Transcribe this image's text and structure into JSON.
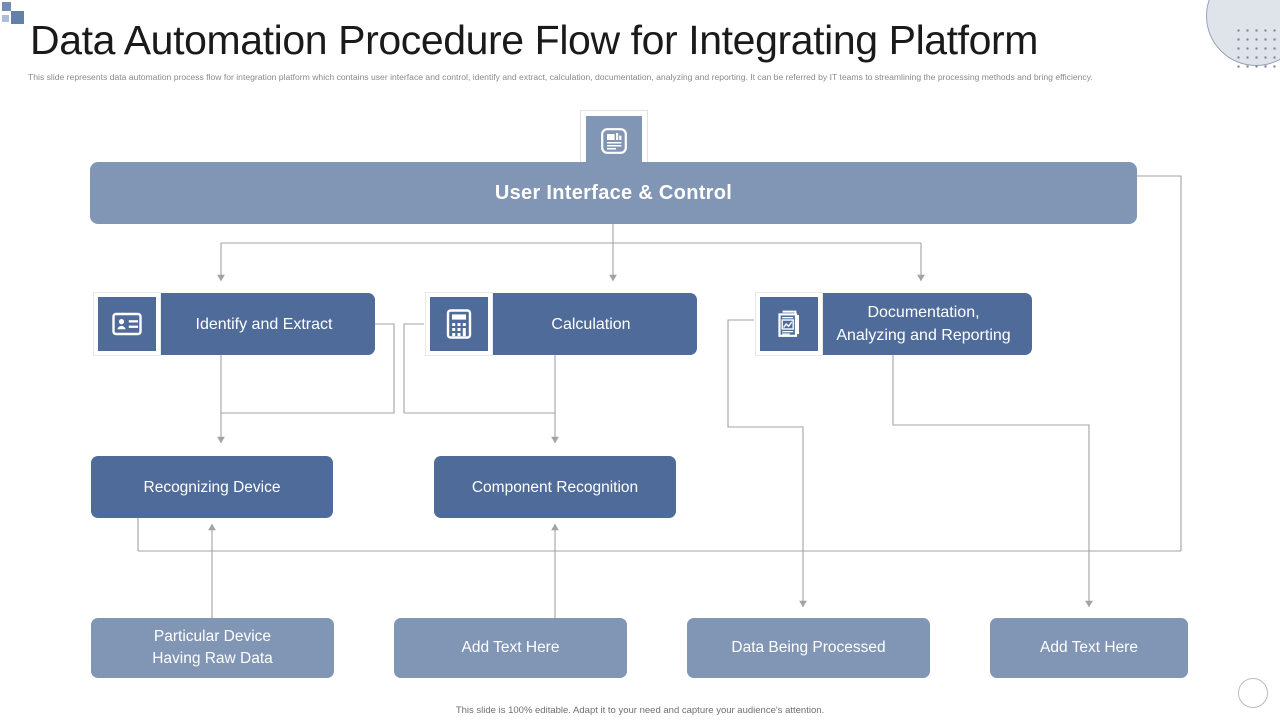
{
  "header": {
    "title": "Data Automation Procedure Flow for Integrating Platform",
    "subtitle": "This slide represents data automation  process flow for integration platform which contains user interface and control, identify and extract, calculation, documentation,  analyzing and reporting. It can be referred by IT teams to streamlining the processing methods and bring efficiency."
  },
  "footer": {
    "note": "This slide is 100% editable. Adapt it to your need and capture your audience's attention."
  },
  "colors": {
    "primary_dark": "#4f6b99",
    "primary_light": "#8195b4",
    "connector": "#9a9a9a",
    "title": "#1a1a1a",
    "subtitle": "#8a8a8a"
  },
  "diagram": {
    "top_icon": {
      "icon": "data-window-chart-icon"
    },
    "banner": {
      "label": "User Interface & Control"
    },
    "mid_nodes": [
      {
        "label": "Identify and Extract",
        "icon": "id-card-icon"
      },
      {
        "label": "Calculation",
        "icon": "calculator-icon"
      },
      {
        "label": "Documentation,\nAnalyzing and Reporting",
        "icon": "report-documents-icon"
      }
    ],
    "sub_nodes": [
      {
        "label": "Recognizing Device"
      },
      {
        "label": "Component Recognition"
      }
    ],
    "bottom_nodes": [
      {
        "label": "Particular Device\nHaving Raw Data"
      },
      {
        "label": "Add Text Here"
      },
      {
        "label": "Data Being Processed"
      },
      {
        "label": "Add Text Here"
      }
    ]
  }
}
